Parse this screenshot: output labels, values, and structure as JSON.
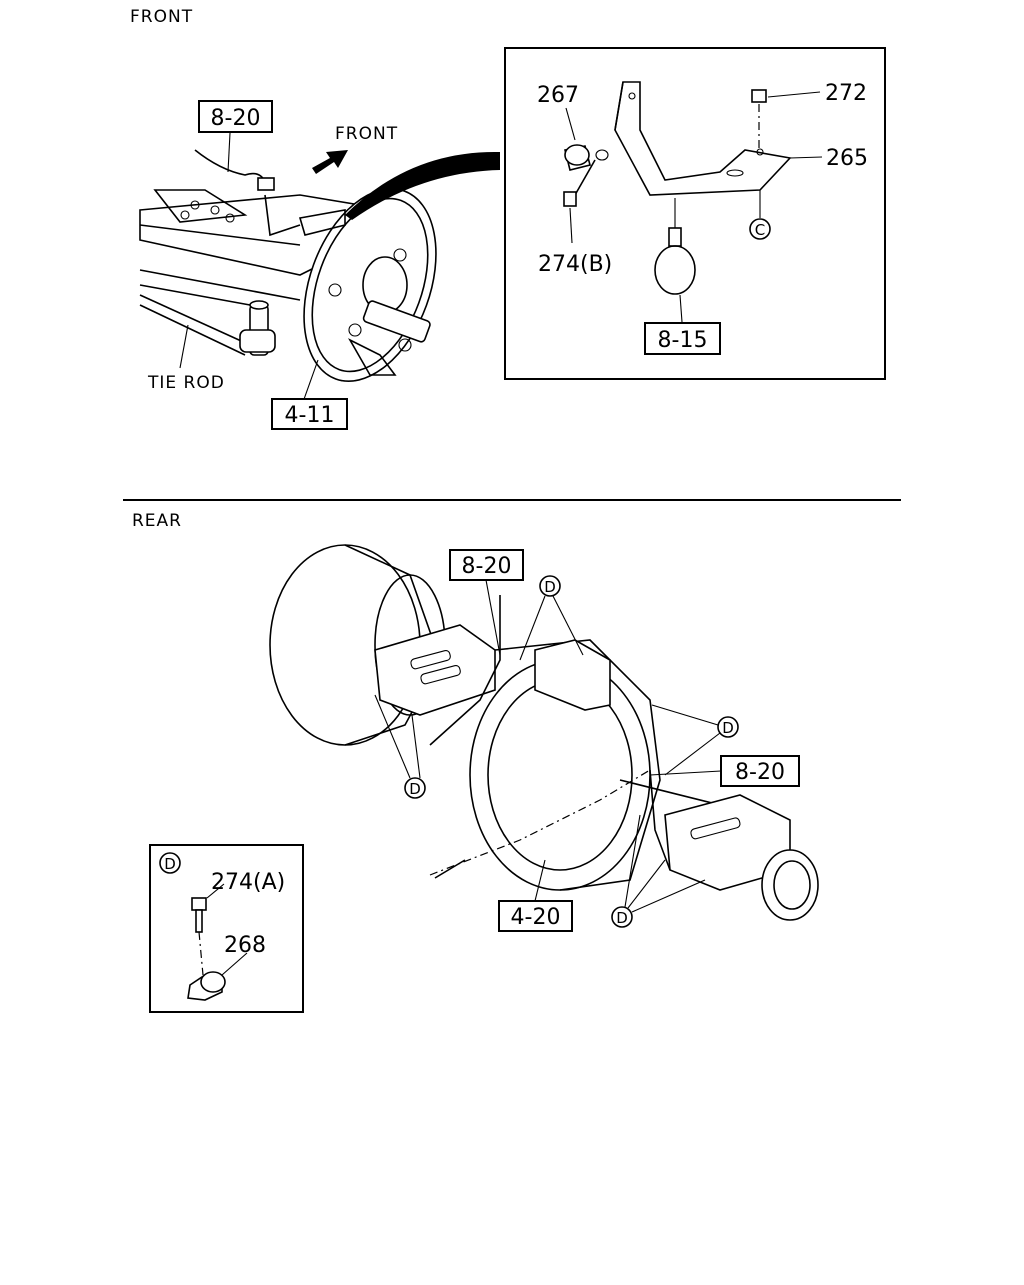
{
  "sections": {
    "front_title": "FRONT",
    "rear_title": "REAR"
  },
  "front": {
    "ref_brake_line": "8-20",
    "direction_label": "FRONT",
    "tie_rod_label": "TIE ROD",
    "ref_brake": "4-11",
    "detail": {
      "part_clip": "267",
      "part_nut": "272",
      "part_bracket": "265",
      "part_bolt": "274(B)",
      "marker_c": "C",
      "ref_hose": "8-15"
    }
  },
  "rear": {
    "ref_brake_line_top": "8-20",
    "ref_brake_line_right": "8-20",
    "ref_axle": "4-20",
    "marker_d": "D",
    "detail_d": {
      "marker": "D",
      "part_bolt": "274(A)",
      "part_clip": "268"
    }
  }
}
